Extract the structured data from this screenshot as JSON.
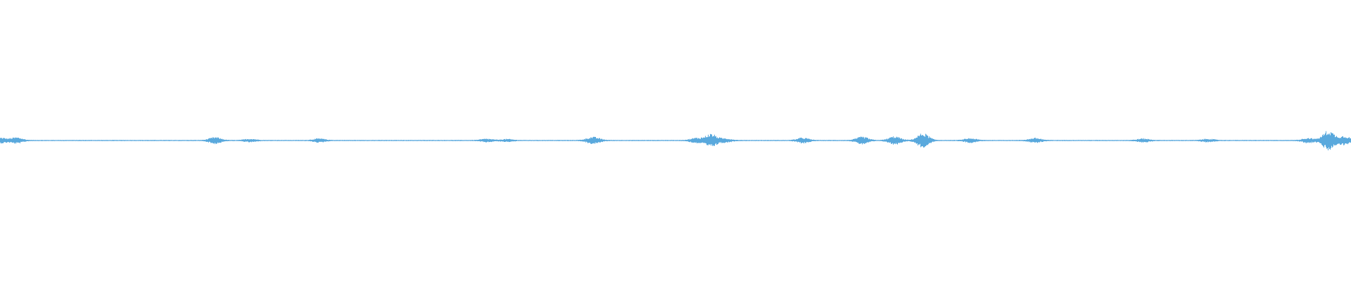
{
  "waveform": {
    "color": "#5aa9dd",
    "background": "#ffffff",
    "baseline_level": 0.0,
    "activity_bursts": [
      {
        "at": 0.0,
        "amp": 0.018
      },
      {
        "at": 0.012,
        "amp": 0.02
      },
      {
        "at": 0.159,
        "amp": 0.022
      },
      {
        "at": 0.185,
        "amp": 0.01
      },
      {
        "at": 0.236,
        "amp": 0.012
      },
      {
        "at": 0.36,
        "amp": 0.01
      },
      {
        "at": 0.375,
        "amp": 0.008
      },
      {
        "at": 0.437,
        "amp": 0.014
      },
      {
        "at": 0.441,
        "amp": 0.012
      },
      {
        "at": 0.515,
        "amp": 0.016
      },
      {
        "at": 0.526,
        "amp": 0.045
      },
      {
        "at": 0.537,
        "amp": 0.012
      },
      {
        "at": 0.594,
        "amp": 0.018
      },
      {
        "at": 0.638,
        "amp": 0.025
      },
      {
        "at": 0.662,
        "amp": 0.028
      },
      {
        "at": 0.683,
        "amp": 0.05
      },
      {
        "at": 0.718,
        "amp": 0.014
      },
      {
        "at": 0.766,
        "amp": 0.016
      },
      {
        "at": 0.846,
        "amp": 0.012
      },
      {
        "at": 0.894,
        "amp": 0.01
      },
      {
        "at": 0.968,
        "amp": 0.016
      },
      {
        "at": 0.983,
        "amp": 0.07
      },
      {
        "at": 0.995,
        "amp": 0.03
      }
    ]
  }
}
